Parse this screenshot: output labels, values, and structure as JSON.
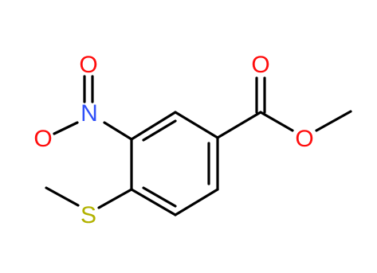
{
  "structure": {
    "colors": {
      "bond": "#000000",
      "oxygen": "#ff0d0d",
      "nitrogen": "#3050f8",
      "sulfur": "#b2b200"
    },
    "atoms": {
      "nitro_oxygen_top": "O",
      "nitro_nitrogen": "N",
      "nitro_oxygen_left": "O",
      "carbonyl_oxygen": "O",
      "ester_oxygen": "O",
      "thioether_sulfur": "S"
    }
  }
}
